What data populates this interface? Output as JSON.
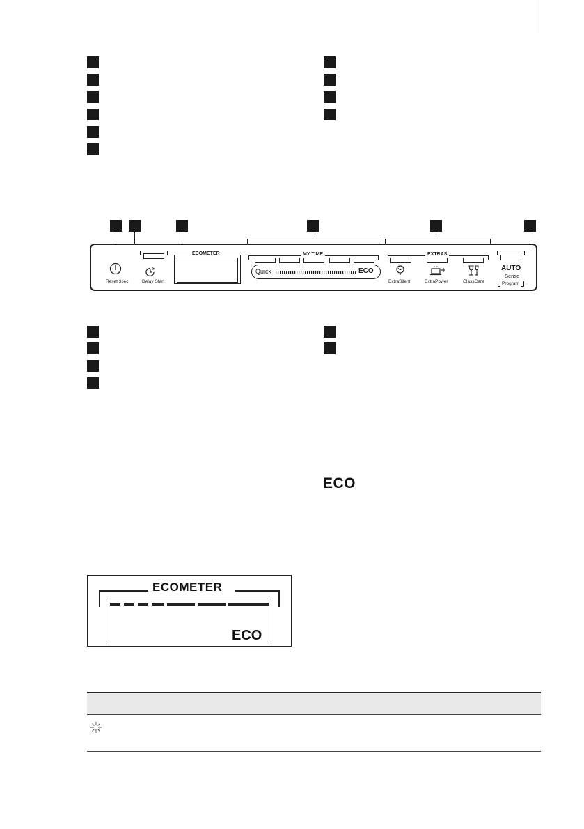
{
  "control_panel": {
    "reset_label": "Reset 3sec",
    "delay_start_label": "Delay Start",
    "ecometer_label": "ECOMETER",
    "mytime_label": "MY TIME",
    "mytime_quick": "Quick",
    "mytime_eco": "ECO",
    "extras_label": "EXTRAS",
    "extras": [
      "ExtraSilent",
      "ExtraPower",
      "GlassCare"
    ],
    "auto_label": "AUTO",
    "sense_label": "Sense",
    "program_label": "Program",
    "icons": [
      "power-icon",
      "delay-start-clock-icon",
      "extra-silent-icon",
      "extra-power-icon",
      "glass-care-icon"
    ]
  },
  "eco_heading": "ECO",
  "ecometer_figure": {
    "title": "ECOMETER",
    "eco_label": "ECO"
  },
  "table": {
    "row_icon": "sparkle-icon"
  }
}
